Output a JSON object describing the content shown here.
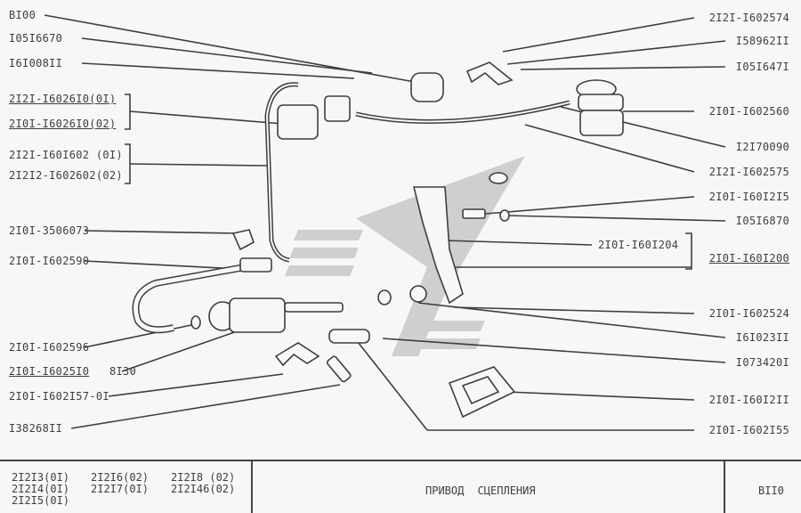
{
  "left_labels": [
    "BI00",
    "I05I6670",
    "I6I008II",
    "2I2I-I6026I0(0I)",
    "2I0I-I6026I0(02)",
    "2I2I-I60I602 (0I)",
    "2I2I2-I602602(02)",
    "2I0I-3506073",
    "2I0I-I602590",
    "2I0I-I602596",
    "2I0I-I6025I0",
    "8I30",
    "2I0I-I602I57-0I",
    "I38268II"
  ],
  "right_labels": [
    "2I2I-I602574",
    "I58962II",
    "I05I647I",
    "2I0I-I602560",
    "I2I70090",
    "2I2I-I602575",
    "2I0I-I60I2I5",
    "I05I6870",
    "2I0I-I60I204",
    "2I0I-I60I200",
    "2I0I-I602524",
    "I6I023II",
    "I073420I",
    "2I0I-I60I2II",
    "2I0I-I602I55"
  ],
  "footer": {
    "models": [
      "2I2I3(0I)",
      "2I2I6(02)",
      "2I2I8 (02)",
      "2I2I4(0I)",
      "2I2I7(0I)",
      "2I2I46(02)",
      "2I2I5(0I)"
    ],
    "title": "ПРИВОД СЦЕПЛЕНИЯ",
    "code": "BII0"
  },
  "colors": {
    "ink": "#3e3e3e",
    "watermark": "#c9c9c9",
    "paper": "#f7f7f5"
  }
}
